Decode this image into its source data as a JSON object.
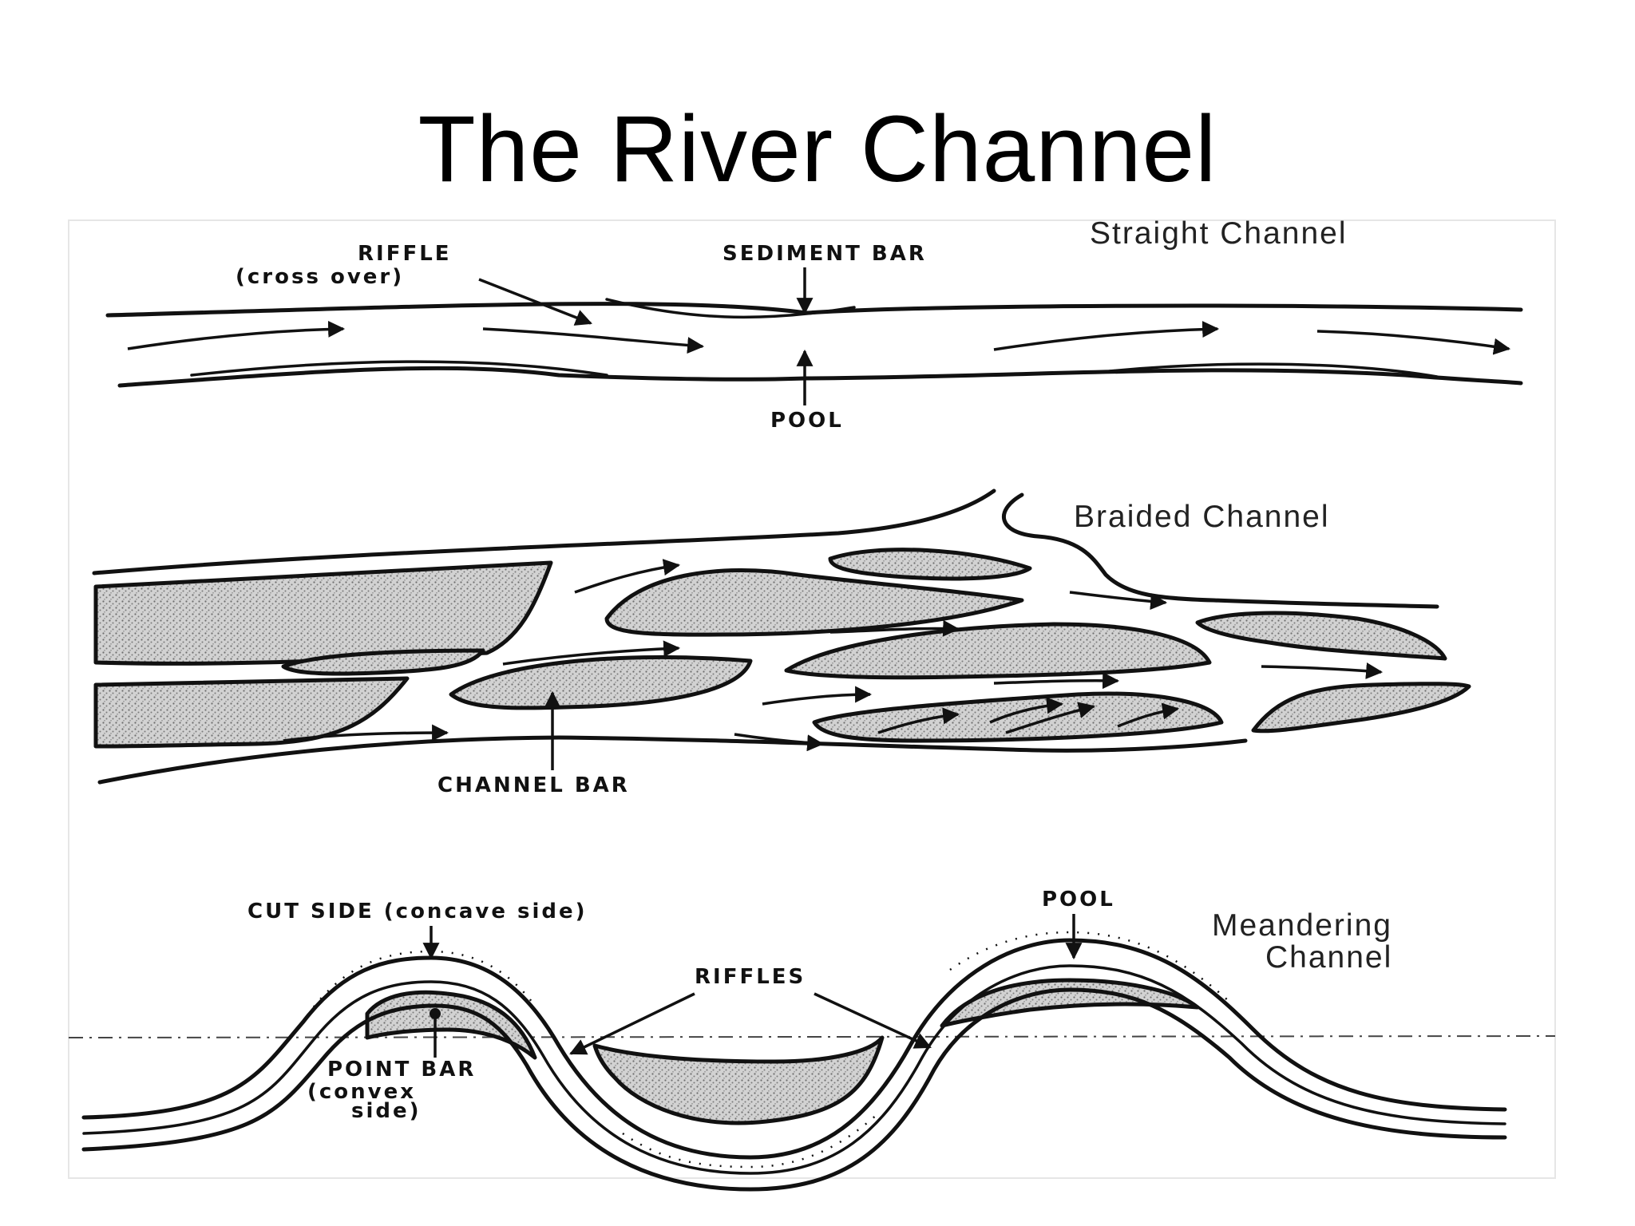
{
  "slide": {
    "title": "The River Channel"
  },
  "straight": {
    "heading": "Straight Channel",
    "riffle_label": "RIFFLE",
    "riffle_sub": "(cross over)",
    "sediment_bar_label": "SEDIMENT BAR",
    "pool_label": "POOL"
  },
  "braided": {
    "heading": "Braided Channel",
    "channel_bar_label": "CHANNEL BAR"
  },
  "meandering": {
    "heading_line1": "Meandering",
    "heading_line2": "Channel",
    "cut_side_label": "CUT SIDE (concave side)",
    "pool_label": "POOL",
    "riffles_label": "RIFFLES",
    "point_bar_label": "POINT BAR",
    "point_bar_sub1": "(convex",
    "point_bar_sub2": "side)"
  },
  "colors": {
    "ink": "#111111",
    "stipple": "#c8c8c8",
    "background": "#ffffff"
  }
}
